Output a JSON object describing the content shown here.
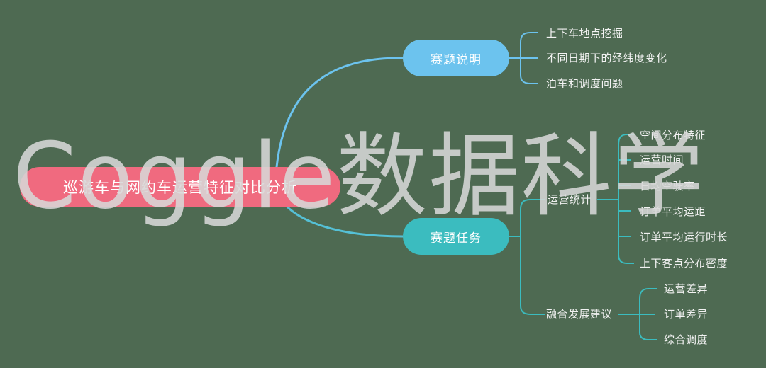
{
  "root": {
    "label": "巡游车与网约车运营特征对比分析"
  },
  "branches": {
    "intro": {
      "label": "赛题说明",
      "children": [
        "上下车地点挖掘",
        "不同日期下的经纬度变化",
        "泊车和调度问题"
      ]
    },
    "task": {
      "label": "赛题任务",
      "stats": {
        "label": "运营统计",
        "children": [
          "空间分布特征",
          "运营时间",
          "日均空驶率",
          "订单平均运距",
          "订单平均运行时长",
          "上下客点分布密度"
        ]
      },
      "advice": {
        "label": "融合发展建议",
        "children": [
          "运营差异",
          "订单差异",
          "综合调度"
        ]
      }
    }
  },
  "watermark": "Coggle数据科学",
  "colors": {
    "background": "#4e6a52",
    "root": "#f06a7f",
    "intro": "#6cc3ee",
    "task": "#3bbcbf",
    "link": "#6cc3ee",
    "bracket": "#3bbcbf"
  }
}
